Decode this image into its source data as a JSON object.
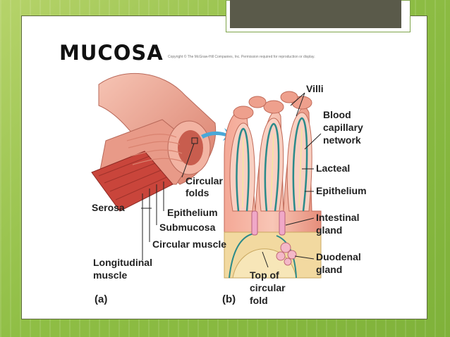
{
  "title": "MUCOSA",
  "credit": "Copyright © The McGraw-Hill Companies, Inc. Permission required for reproduction or display.",
  "panel_a": {
    "tag": "(a)",
    "labels": {
      "circular_folds": [
        "Circular",
        "folds"
      ],
      "serosa": "Serosa",
      "epithelium": "Epithelium",
      "submucosa": "Submucosa",
      "circular_muscle": "Circular muscle",
      "longitudinal_muscle": [
        "Longitudinal",
        "muscle"
      ]
    }
  },
  "panel_b": {
    "tag": "(b)",
    "labels": {
      "villi": "Villi",
      "blood_capillary": [
        "Blood",
        "capillary",
        "network"
      ],
      "lacteal": "Lacteal",
      "epithelium": "Epithelium",
      "intestinal_gland": [
        "Intestinal",
        "gland"
      ],
      "duodenal_gland": [
        "Duodenal",
        "gland"
      ],
      "top_of_fold": [
        "Top of",
        "circular",
        "fold"
      ]
    }
  },
  "colors": {
    "tissue": "#e8907e",
    "muscle": "#c9453b",
    "capillary": "#2a8a8a",
    "arrow": "#4aa8d8",
    "gland": "#f2d9a0",
    "accent": "#8fbe45"
  }
}
